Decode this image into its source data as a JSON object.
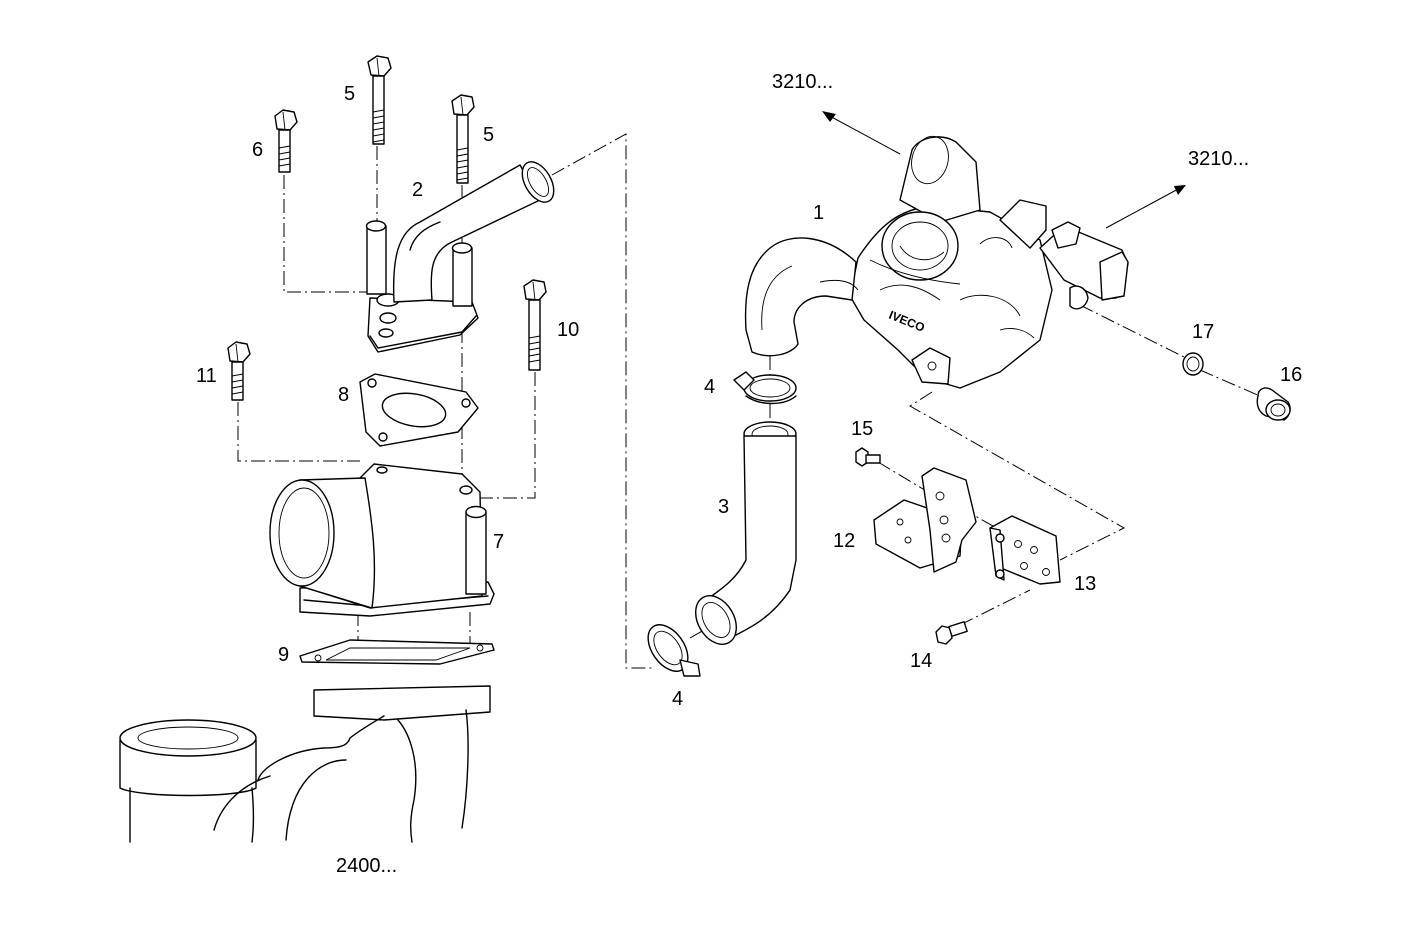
{
  "callouts": [
    {
      "id": "c-5a",
      "text": "5"
    },
    {
      "id": "c-5b",
      "text": "5"
    },
    {
      "id": "c-6",
      "text": "6"
    },
    {
      "id": "c-2",
      "text": "2"
    },
    {
      "id": "c-10",
      "text": "10"
    },
    {
      "id": "c-11",
      "text": "11"
    },
    {
      "id": "c-8",
      "text": "8"
    },
    {
      "id": "c-7",
      "text": "7"
    },
    {
      "id": "c-9",
      "text": "9"
    },
    {
      "id": "c-2400",
      "text": "2400..."
    },
    {
      "id": "c-3210a",
      "text": "3210..."
    },
    {
      "id": "c-3210b",
      "text": "3210..."
    },
    {
      "id": "c-1",
      "text": "1"
    },
    {
      "id": "c-17",
      "text": "17"
    },
    {
      "id": "c-16",
      "text": "16"
    },
    {
      "id": "c-4a",
      "text": "4"
    },
    {
      "id": "c-15",
      "text": "15"
    },
    {
      "id": "c-3",
      "text": "3"
    },
    {
      "id": "c-12",
      "text": "12"
    },
    {
      "id": "c-13",
      "text": "13"
    },
    {
      "id": "c-14",
      "text": "14"
    },
    {
      "id": "c-4b",
      "text": "4"
    }
  ],
  "logo_text": "IVECO"
}
